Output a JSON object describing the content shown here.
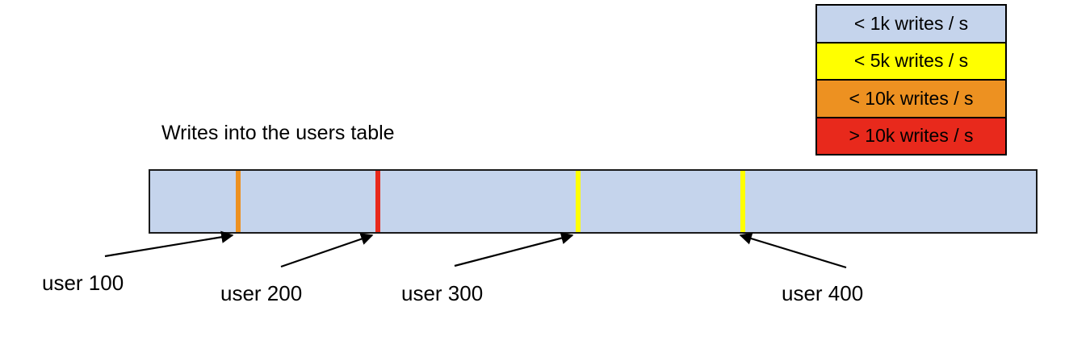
{
  "chart_data": {
    "type": "bar",
    "title": "Writes into the users table",
    "xlabel": "",
    "ylabel": "",
    "orientation": "horizontal",
    "description": "A single horizontal bar representing the users table, partitioned by user-id boundary markers that are colored by write throughput.",
    "legend_position": "top-right",
    "categories": [
      "user 100",
      "user 200",
      "user 300",
      "user 400"
    ],
    "boundaries": [
      {
        "label": "user 100",
        "color_key": "lt10k",
        "color": "#ed9121",
        "x_fraction": 0.0963
      },
      {
        "label": "user 200",
        "color_key": "gt10k",
        "color": "#e8291c",
        "x_fraction": 0.2534
      },
      {
        "label": "user 300",
        "color_key": "lt5k",
        "color": "#ffff00",
        "x_fraction": 0.4786
      },
      {
        "label": "user 400",
        "color_key": "lt5k",
        "color": "#ffff00",
        "x_fraction": 0.664
      }
    ],
    "segments": [
      {
        "color_key": "lt1k",
        "color": "#c5d4ec",
        "from": "start",
        "to": "user 100"
      },
      {
        "color_key": "lt1k",
        "color": "#c5d4ec",
        "from": "user 100",
        "to": "user 200"
      },
      {
        "color_key": "lt1k",
        "color": "#c5d4ec",
        "from": "user 200",
        "to": "user 300"
      },
      {
        "color_key": "lt1k",
        "color": "#c5d4ec",
        "from": "user 300",
        "to": "user 400"
      },
      {
        "color_key": "lt1k",
        "color": "#c5d4ec",
        "from": "user 400",
        "to": "end"
      }
    ]
  },
  "legend": {
    "rows": [
      {
        "label": "< 1k writes / s",
        "color": "#c5d4ec"
      },
      {
        "label": "< 5k writes / s",
        "color": "#ffff00"
      },
      {
        "label": "< 10k writes / s",
        "color": "#ed9121"
      },
      {
        "label": "> 10k writes / s",
        "color": "#e8291c"
      }
    ]
  },
  "bar": {
    "fill_color": "#c5d4ec",
    "border_color": "#1a1a1a"
  },
  "annotations": {
    "arrow_color": "#000000",
    "items": [
      {
        "label": "user 100"
      },
      {
        "label": "user 200"
      },
      {
        "label": "user 300"
      },
      {
        "label": "user 400"
      }
    ]
  }
}
